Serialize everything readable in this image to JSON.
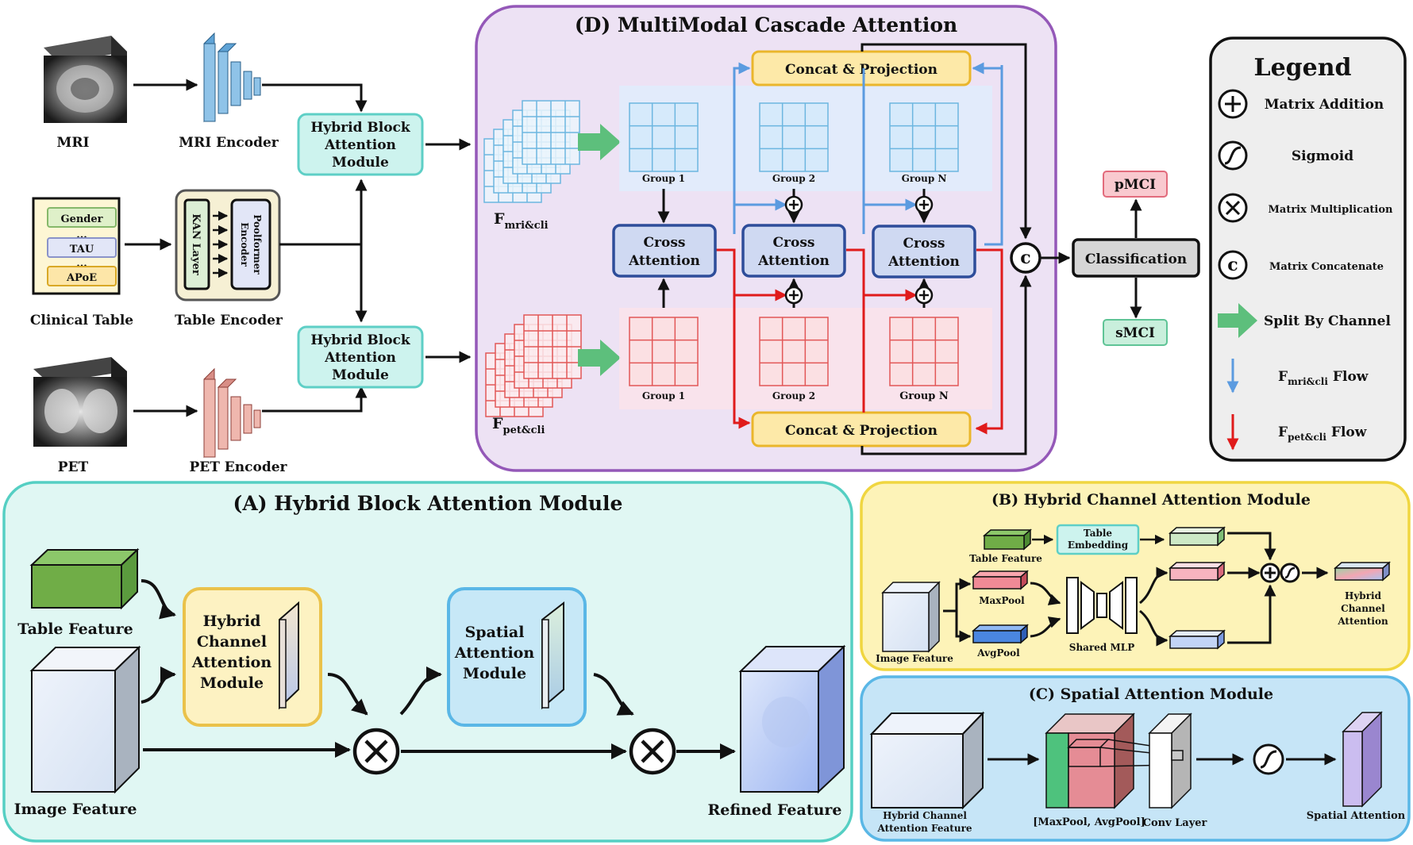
{
  "inputs": {
    "mri": "MRI",
    "mri_encoder": "MRI Encoder",
    "clinical_table": "Clinical Table",
    "table_encoder": "Table Encoder",
    "pet": "PET",
    "pet_encoder": "PET Encoder",
    "table_fields": [
      "Gender",
      "...",
      "TAU",
      "...",
      "APoE"
    ],
    "kan_layer": "KAN Layer",
    "poolformer_line1": "Poolformer",
    "poolformer_line2": "Encoder"
  },
  "hybrid_block": [
    "Hybrid Block",
    "Attention",
    "Module"
  ],
  "panel_d": {
    "title": "(D) MultiModal Cascade Attention",
    "concat_top": "Concat & Projection",
    "concat_bottom": "Concat & Projection",
    "groups_top": [
      "Group 1",
      "Group 2",
      "Group N"
    ],
    "groups_bottom": [
      "Group 1",
      "Group 2",
      "Group N"
    ],
    "cross_attention_line1": "Cross",
    "cross_attention_line2": "Attention",
    "f_mri_main": "F",
    "f_mri_sub": "mri&cli",
    "f_pet_main": "F",
    "f_pet_sub": "pet&cli",
    "concat_symbol": "c"
  },
  "classification": {
    "label": "Classification",
    "pmci": "pMCI",
    "smci": "sMCI"
  },
  "legend": {
    "title": "Legend",
    "items": [
      {
        "label": "Matrix Addition",
        "icon": "plus-circle-icon"
      },
      {
        "label": "Sigmoid",
        "icon": "sigmoid-icon"
      },
      {
        "label": "Matrix Multiplication",
        "icon": "times-circle-icon"
      },
      {
        "label": "Matrix Concatenate",
        "icon": "concat-circle-icon"
      },
      {
        "label": "Split By Channel",
        "icon": "green-arrow-icon"
      }
    ],
    "flow_mri_main": "F",
    "flow_mri_sub": "mri&cli",
    "flow_mri_suffix": "Flow",
    "flow_pet_main": "F",
    "flow_pet_sub": "pet&cli",
    "flow_pet_suffix": "Flow",
    "colors": {
      "mri_flow": "#5b9be0",
      "pet_flow": "#e01b1b"
    }
  },
  "panel_a": {
    "title": "(A) Hybrid Block Attention Module",
    "table_feature": "Table Feature",
    "image_feature": "Image Feature",
    "hcam": [
      "Hybrid",
      "Channel",
      "Attention",
      "Module"
    ],
    "sam": [
      "Spatial",
      "Attention",
      "Module"
    ],
    "refined_feature": "Refined Feature"
  },
  "panel_b": {
    "title": "(B) Hybrid Channel Attention Module",
    "table_feature": "Table Feature",
    "table_embedding_line1": "Table",
    "table_embedding_line2": "Embedding",
    "maxpool": "MaxPool",
    "avgpool": "AvgPool",
    "image_feature": "Image Feature",
    "shared_mlp": "Shared MLP",
    "output": [
      "Hybrid",
      "Channel",
      "Attention"
    ]
  },
  "panel_c": {
    "title": "(C) Spatial Attention Module",
    "input_line1": "Hybrid Channel",
    "input_line2": "Attention Feature",
    "pool": "[MaxPool,  AvgPool]",
    "conv": "Conv Layer",
    "output": "Spatial Attention"
  }
}
